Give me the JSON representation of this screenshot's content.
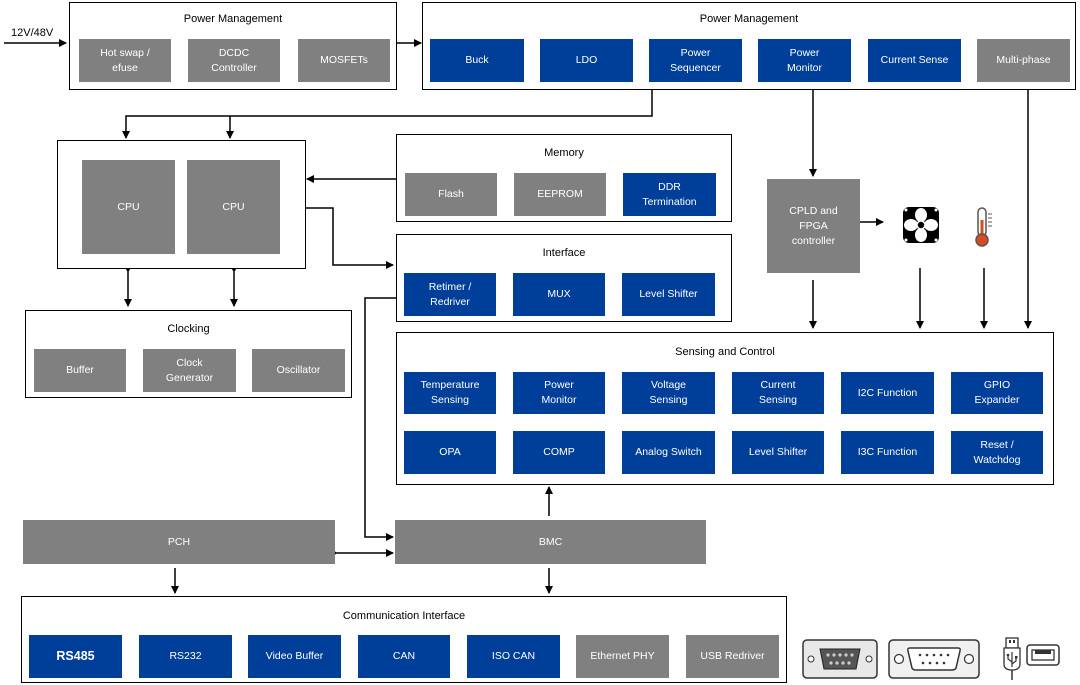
{
  "input_label": "12V/48V",
  "power_mgmt_left": {
    "title": "Power Management",
    "blocks": [
      "Hot swap /\nefuse",
      "DCDC\nController",
      "MOSFETs"
    ]
  },
  "power_mgmt_right": {
    "title": "Power Management",
    "blocks": [
      "Buck",
      "LDO",
      "Power\nSequencer",
      "Power\nMonitor",
      "Current Sense",
      "Multi-phase"
    ]
  },
  "cpu": {
    "blocks": [
      "CPU",
      "CPU"
    ]
  },
  "memory": {
    "title": "Memory",
    "blocks": [
      "Flash",
      "EEPROM",
      "DDR\nTermination"
    ]
  },
  "interface": {
    "title": "Interface",
    "blocks": [
      "Retimer /\nRedriver",
      "MUX",
      "Level Shifter"
    ]
  },
  "clocking": {
    "title": "Clocking",
    "blocks": [
      "Buffer",
      "Clock\nGenerator",
      "Oscillator"
    ]
  },
  "cpld": {
    "label": "CPLD and\nFPGA\ncontroller"
  },
  "sensing": {
    "title": "Sensing and Control",
    "row1": [
      "Temperature\nSensing",
      "Power\nMonitor",
      "Voltage\nSensing",
      "Current\nSensing",
      "I2C Function",
      "GPIO\nExpander"
    ],
    "row2": [
      "OPA",
      "COMP",
      "Analog Switch",
      "Level Shifter",
      "I3C Function",
      "Reset /\nWatchdog"
    ]
  },
  "pch": {
    "label": "PCH"
  },
  "bmc": {
    "label": "BMC"
  },
  "comm": {
    "title": "Communication Interface",
    "blocks": [
      "RS485",
      "RS232",
      "Video Buffer",
      "CAN",
      "ISO CAN",
      "Ethernet PHY",
      "USB Redriver"
    ]
  },
  "icons": [
    "fan-icon",
    "thermometer-icon",
    "db9-connector-icon",
    "serial-port-icon",
    "usb-icon",
    "usb-port-icon"
  ],
  "colors": {
    "blue": "#003f99",
    "gray": "#808080"
  }
}
